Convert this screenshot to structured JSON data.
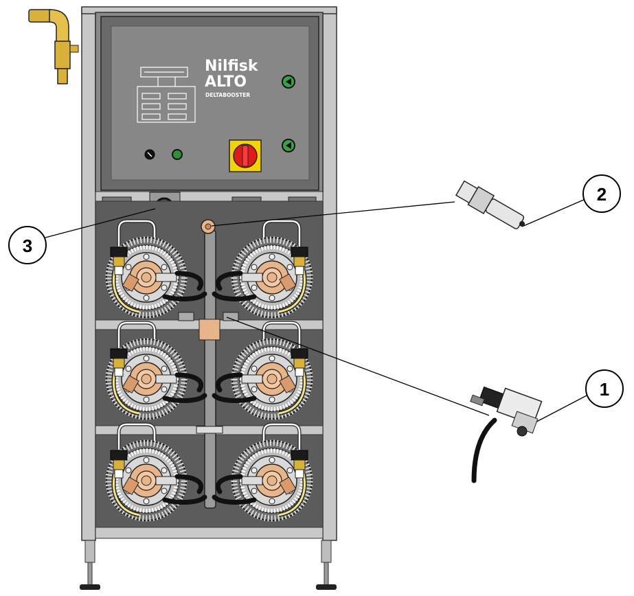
{
  "brand": {
    "line1": "Nilfisk",
    "line2": "ALTO",
    "model": "DELTABOOSTER"
  },
  "callouts": [
    {
      "number": "1",
      "part": "pressure-switch"
    },
    {
      "number": "2",
      "part": "sensor-fitting"
    },
    {
      "number": "3",
      "part": "outlet-port"
    }
  ],
  "colors": {
    "frame": "#c8c8c8",
    "panel": "#5a5a5a",
    "control_box": "#8a8a8a",
    "brass": "#d9b13a",
    "copper": "#e8b48a",
    "switch_yellow": "#f5d300",
    "switch_red": "#e01a1a",
    "indicator_green": "#3ca04a"
  },
  "icons": [
    "valve-icon",
    "schematic-icon",
    "indicator-light-icon",
    "main-switch-icon",
    "pump-icon",
    "sensor-icon",
    "pressure-switch-icon"
  ]
}
